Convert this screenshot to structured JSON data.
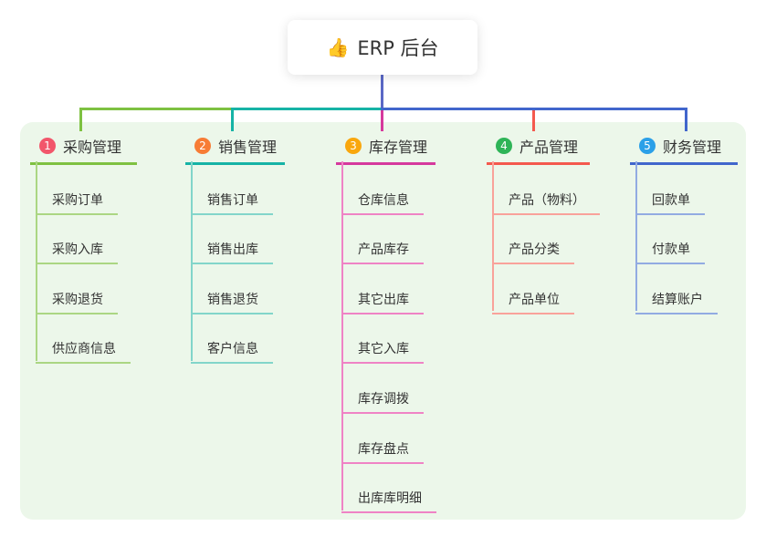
{
  "root": {
    "icon": "👍",
    "label": "ERP 后台"
  },
  "colors": {
    "panel-bg": "#ecf7ea",
    "root-line": "#5a68c6",
    "text": "#333333",
    "b1-main": "#7ec141",
    "b1-light": "#abd683",
    "b1-badge": "#f2566b",
    "b2-main": "#16b3a6",
    "b2-light": "#82d5ca",
    "b2-badge": "#f77c35",
    "b3-main": "#d6399d",
    "b3-light": "#ef83c5",
    "b3-badge": "#f9a70d",
    "b4-main": "#f4594e",
    "b4-light": "#f9a29a",
    "b4-badge": "#2eb457",
    "b5-main": "#4166cc",
    "b5-light": "#92abe2",
    "b5-badge": "#2ba0e8"
  },
  "branches": [
    {
      "num": "1",
      "label": "采购管理",
      "children": [
        "采购订单",
        "采购入库",
        "采购退货",
        "供应商信息"
      ]
    },
    {
      "num": "2",
      "label": "销售管理",
      "children": [
        "销售订单",
        "销售出库",
        "销售退货",
        "客户信息"
      ]
    },
    {
      "num": "3",
      "label": "库存管理",
      "children": [
        "仓库信息",
        "产品库存",
        "其它出库",
        "其它入库",
        "库存调拨",
        "库存盘点",
        "出库库明细"
      ]
    },
    {
      "num": "4",
      "label": "产品管理",
      "children": [
        "产品（物料）",
        "产品分类",
        "产品单位"
      ]
    },
    {
      "num": "5",
      "label": "财务管理",
      "children": [
        "回款单",
        "付款单",
        "结算账户"
      ]
    }
  ]
}
